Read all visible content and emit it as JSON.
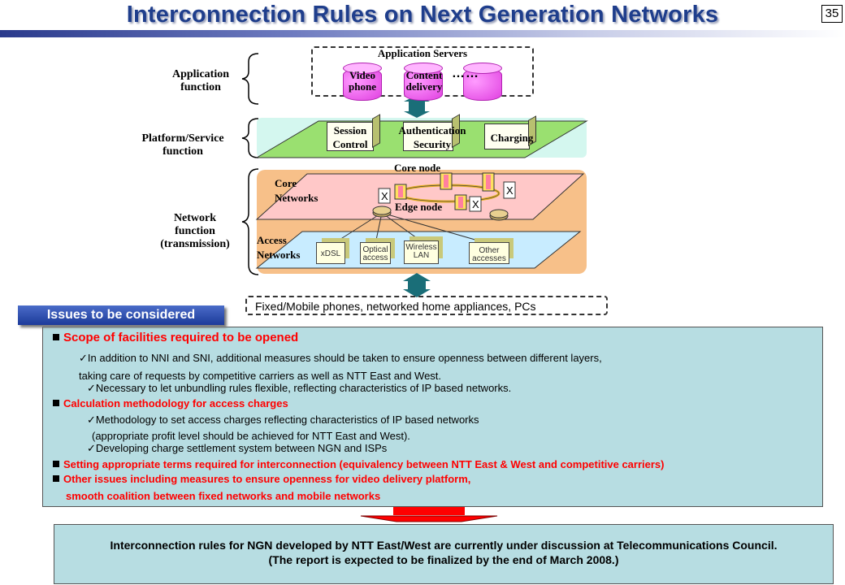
{
  "header": {
    "title": "Interconnection Rules on Next Generation Networks",
    "page_number": "35"
  },
  "diagram": {
    "left_labels": {
      "application": "Application function",
      "platform": "Platform/Service function",
      "network_line1": "Network",
      "network_line2": "function",
      "network_line3": "(transmission)"
    },
    "application_servers": {
      "title": "Application Servers",
      "video_line1": "Video",
      "video_line2": "phone",
      "content_line1": "Content",
      "content_line2": "delivery",
      "more": "……"
    },
    "platform": {
      "session_line1": "Session",
      "session_line2": "Control",
      "auth_line1": "Authentication",
      "auth_line2": "Security",
      "charging": "Charging"
    },
    "network": {
      "core_line1": "Core",
      "core_line2": "Networks",
      "core_node": "Core node",
      "edge_node": "Edge node",
      "access_line1": "Access",
      "access_line2": "Networks",
      "xdsl": "xDSL",
      "optical_line1": "Optical",
      "optical_line2": "access",
      "wireless_line1": "Wireless",
      "wireless_line2": "LAN",
      "other_line1": "Other",
      "other_line2": "accesses"
    },
    "terminals": "Fixed/Mobile phones, networked home appliances, PCs"
  },
  "issues": {
    "tab": "Issues to be considered",
    "item1_title": "Scope of facilities required to be opened",
    "item1_sub1": "✓In addition to NNI and SNI, additional measures should be taken to ensure openness between different layers,",
    "item1_sub1b": "taking care of requests by competitive carriers as well as NTT East and West.",
    "item1_sub2": "✓Necessary to let unbundling rules flexible, reflecting characteristics of IP based networks.",
    "item2_title": "Calculation methodology for access charges",
    "item2_sub1": "✓Methodology to set access charges reflecting characteristics of IP based networks",
    "item2_sub1b": "(appropriate profit level should be achieved for NTT East and West).",
    "item2_sub2": "✓Developing charge settlement system between NGN and ISPs",
    "item3_title": "Setting appropriate terms required for interconnection (equivalency between NTT East & West and competitive carriers)",
    "item4_title": "Other issues including measures to ensure openness for video delivery platform,",
    "item4_title_b": "smooth coalition between fixed networks and mobile networks"
  },
  "conclusion": {
    "line1": "Interconnection rules for NGN developed by NTT East/West are currently under discussion at Telecommunications Council.",
    "line2": "(The report is expected to be finalized by the end of March 2008.)"
  },
  "colors": {
    "title": "#1f3e8c",
    "core_plane": "#ffc8c8",
    "access_plane": "#c8ecff",
    "platform_plane": "#9ae070",
    "network_bg": "#f7c089",
    "issues_bg": "#b7dde2",
    "emphasis_red": "#ff0000",
    "arrow_teal": "#1a6e78"
  }
}
